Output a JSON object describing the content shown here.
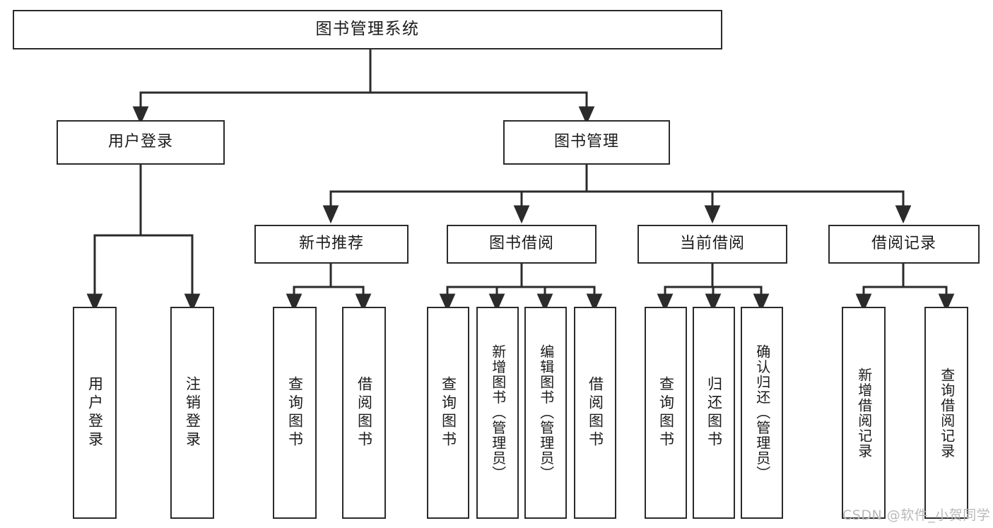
{
  "diagram": {
    "title": "图书管理系统",
    "type": "tree-hierarchy",
    "watermark": "CSDN @软件_小贺同学",
    "colors": {
      "stroke": "#2b2b2b",
      "box_fill": "#ffffff",
      "text": "#1b1b1b",
      "background": "#ffffff",
      "watermark": "#b9b9b9"
    },
    "root": {
      "label": "图书管理系统"
    },
    "level2": [
      {
        "label": "用户登录"
      },
      {
        "label": "图书管理"
      }
    ],
    "level3": [
      {
        "label": "新书推荐"
      },
      {
        "label": "图书借阅"
      },
      {
        "label": "当前借阅"
      },
      {
        "label": "借阅记录"
      }
    ],
    "leaves": {
      "user_login": [
        {
          "label": "用户登录"
        },
        {
          "label": "注销登录"
        }
      ],
      "new_book_recommend": [
        {
          "label": "查询图书"
        },
        {
          "label": "借阅图书"
        }
      ],
      "book_borrow": [
        {
          "label": "查询图书"
        },
        {
          "label": "新增图书（管理员）"
        },
        {
          "label": "编辑图书（管理员）"
        },
        {
          "label": "借阅图书"
        }
      ],
      "current_borrow": [
        {
          "label": "查询图书"
        },
        {
          "label": "归还图书"
        },
        {
          "label": "确认归还（管理员）"
        }
      ],
      "borrow_record": [
        {
          "label": "新增借阅记录"
        },
        {
          "label": "查询借阅记录"
        }
      ]
    }
  }
}
